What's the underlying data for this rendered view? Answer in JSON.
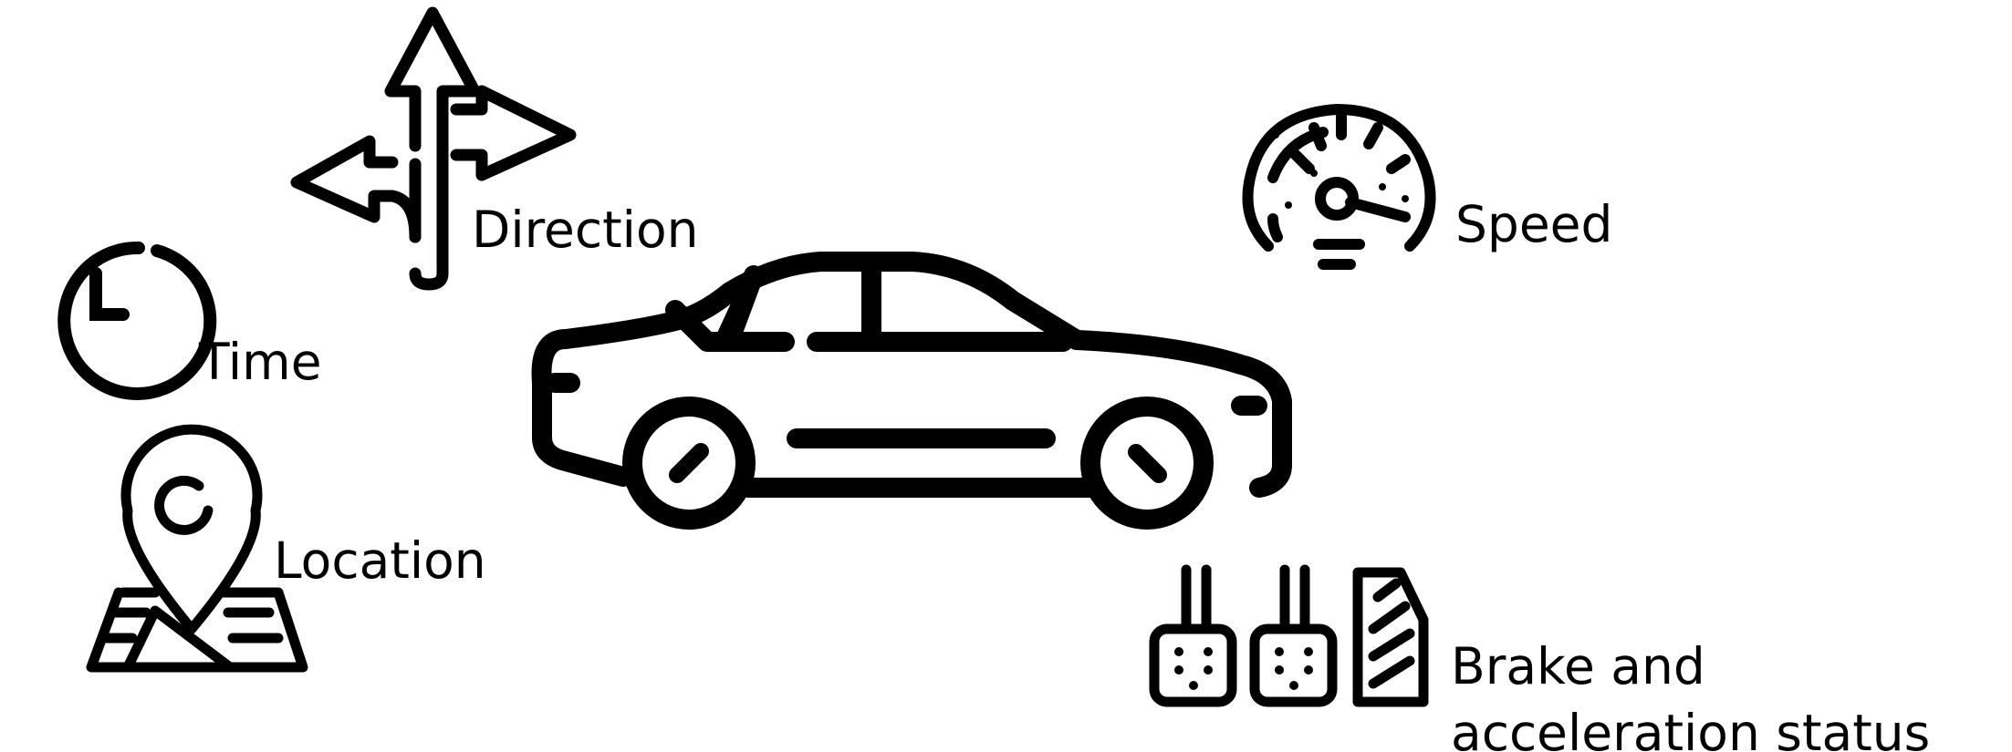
{
  "labels": {
    "direction": "Direction",
    "time": "Time",
    "location": "Location",
    "speed": "Speed",
    "brake": "Brake and acceleration status"
  },
  "icons": {
    "center": "car-icon",
    "direction": "directions-arrows-icon",
    "time": "clock-icon",
    "location": "map-pin-icon",
    "speed": "speedometer-icon",
    "brake": "pedals-icon"
  },
  "colors": {
    "foreground": "#000000",
    "background": "#ffffff"
  }
}
